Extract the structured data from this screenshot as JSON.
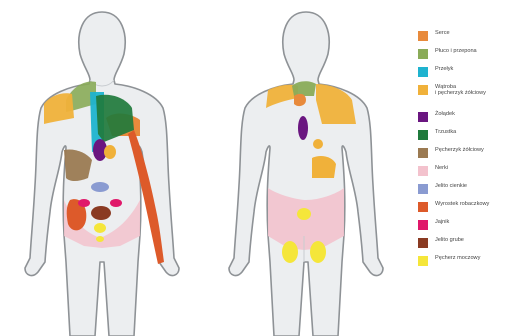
{
  "legend": [
    {
      "label": "Serce",
      "color": "#e88a3c"
    },
    {
      "label": "Płuco i przepona",
      "color": "#8aab58"
    },
    {
      "label": "Przełyk",
      "color": "#1fb3cf"
    },
    {
      "label": "Wątroba\ni pęcherzyk żółciowy",
      "color": "#f0b13a"
    },
    {
      "label": "Żołądek",
      "color": "#6a1680"
    },
    {
      "label": "Trzustka",
      "color": "#1f7a3c"
    },
    {
      "label": "Pęcherzyk żółciowy",
      "color": "#9b7a52"
    },
    {
      "label": "Nerki",
      "color": "#f3c2cd"
    },
    {
      "label": "Jelito cienkie",
      "color": "#8a9bd1"
    },
    {
      "label": "Wyrostek robaczkowy",
      "color": "#dd5a2a"
    },
    {
      "label": "Jajnik",
      "color": "#e0186a"
    },
    {
      "label": "Jelito grube",
      "color": "#8a3a22"
    },
    {
      "label": "Pęcherz moczowy",
      "color": "#f5e63a"
    }
  ]
}
